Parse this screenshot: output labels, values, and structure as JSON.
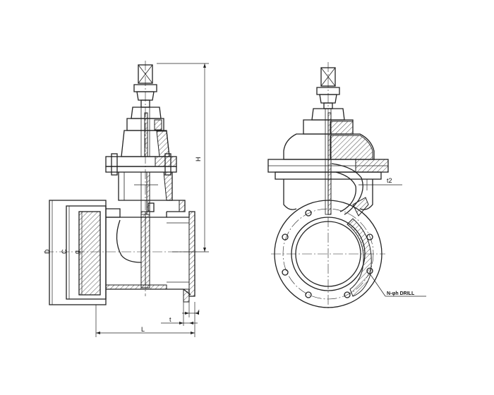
{
  "drawing": {
    "type": "gate valve technical drawing",
    "side_view": {
      "dimensions": {
        "height": "H",
        "length": "L",
        "flange_thickness": "t",
        "face_height": "f",
        "flange_diameter": "D",
        "bolt_circle": "C",
        "raised_face": "g"
      }
    },
    "front_view": {
      "dimensions": {
        "bonnet_thickness": "t2",
        "bolt_holes": "N-φh DRILL"
      }
    }
  }
}
